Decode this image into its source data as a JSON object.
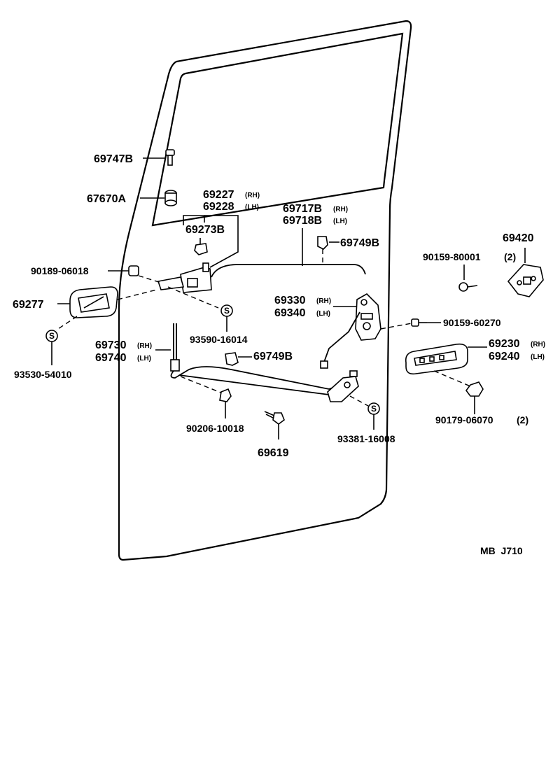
{
  "diagram": {
    "code": "MB  J710",
    "parts": {
      "p69747B": "69747B",
      "p67670A": "67670A",
      "p69227": "69227",
      "p69227_suffix": "(RH)",
      "p69228": "69228",
      "p69228_suffix": "(LH)",
      "p69273B": "69273B",
      "p69717B": "69717B",
      "p69717B_suffix": "(RH)",
      "p69718B": "69718B",
      "p69718B_suffix": "(LH)",
      "p69749B_top": "69749B",
      "p69420": "69420",
      "p90159_80001": "90159-80001",
      "p90159_80001_qty": "(2)",
      "p90189_06018": "90189-06018",
      "p69277": "69277",
      "p69330": "69330",
      "p69330_suffix": "(RH)",
      "p69340": "69340",
      "p69340_suffix": "(LH)",
      "p90159_60270": "90159-60270",
      "p93590_16014": "93590-16014",
      "p93530_54010": "93530-54010",
      "p69730": "69730",
      "p69730_suffix": "(RH)",
      "p69740": "69740",
      "p69740_suffix": "(LH)",
      "p69749B_mid": "69749B",
      "p69230": "69230",
      "p69230_suffix": "(RH)",
      "p69240": "69240",
      "p69240_suffix": "(LH)",
      "p90206_10018": "90206-10018",
      "p69619": "69619",
      "p93381_16008": "93381-16008",
      "p90179_06070": "90179-06070",
      "p90179_06070_qty": "(2)"
    },
    "symbol": "S"
  }
}
